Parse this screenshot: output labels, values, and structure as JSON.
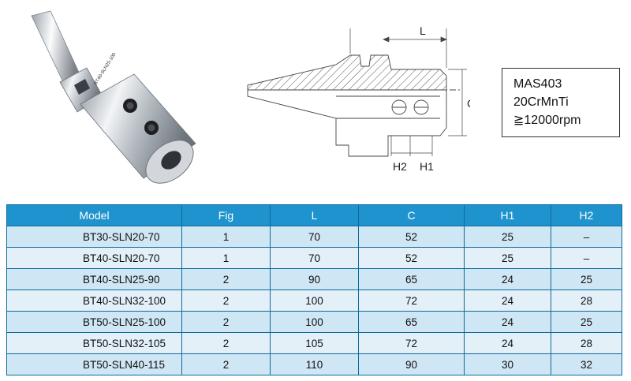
{
  "photo": {
    "engraving": "BT40-SLN25-100"
  },
  "drawing": {
    "dim_l": "L",
    "dim_c": "C",
    "dim_h2": "H2",
    "dim_h1": "H1"
  },
  "specs": {
    "line1": "MAS403",
    "line2": "20CrMnTi",
    "line3": "≧12000rpm"
  },
  "table": {
    "headers": [
      "Model",
      "Fig",
      "L",
      "C",
      "H1",
      "H2"
    ],
    "rows": [
      [
        "BT30-SLN20-70",
        "1",
        "70",
        "52",
        "25",
        "–"
      ],
      [
        "BT40-SLN20-70",
        "1",
        "70",
        "52",
        "25",
        "–"
      ],
      [
        "BT40-SLN25-90",
        "2",
        "90",
        "65",
        "24",
        "25"
      ],
      [
        "BT40-SLN32-100",
        "2",
        "100",
        "72",
        "24",
        "28"
      ],
      [
        "BT50-SLN25-100",
        "2",
        "100",
        "65",
        "24",
        "25"
      ],
      [
        "BT50-SLN32-105",
        "2",
        "105",
        "72",
        "24",
        "28"
      ],
      [
        "BT50-SLN40-115",
        "2",
        "110",
        "90",
        "30",
        "32"
      ]
    ]
  }
}
